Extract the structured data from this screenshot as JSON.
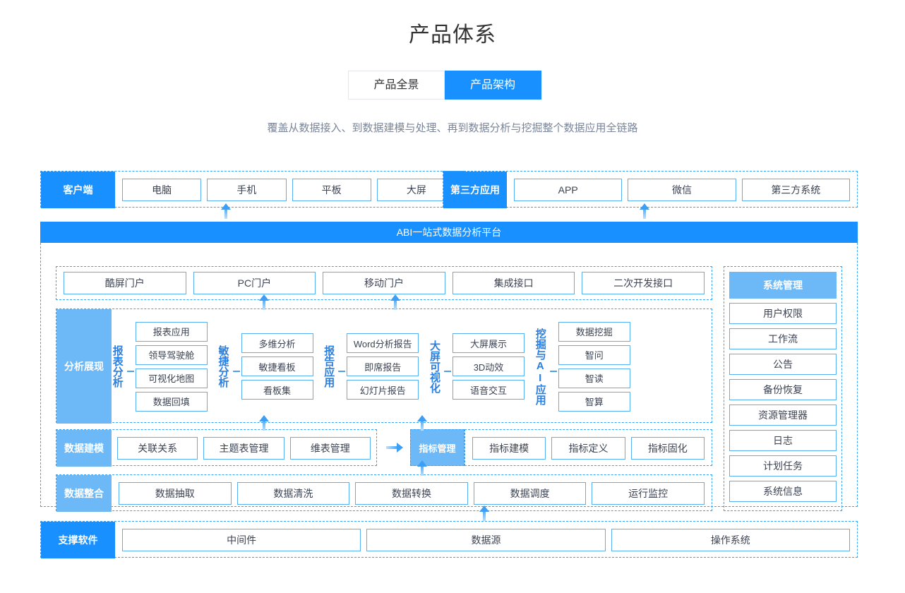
{
  "header": {
    "title": "产品体系",
    "tabs": [
      {
        "label": "产品全景",
        "active": false
      },
      {
        "label": "产品架构",
        "active": true
      }
    ],
    "subtitle": "覆盖从数据接入、到数据建模与处理、再到数据分析与挖掘整个数据应用全链路"
  },
  "colors": {
    "primary": "#1890ff",
    "light": "#6db8f7",
    "border": "#57b0f5",
    "dashed": "#36a3fa",
    "label_text": "#2b7fe0"
  },
  "client": {
    "label": "客户端",
    "items": [
      "电脑",
      "手机",
      "平板",
      "大屏"
    ]
  },
  "third_party": {
    "label": "第三方应用",
    "items": [
      "APP",
      "微信",
      "第三方系统"
    ]
  },
  "platform": {
    "banner": "ABI一站式数据分析平台",
    "portal": {
      "items": [
        "酷屏门户",
        "PC门户",
        "移动门户",
        "集成接口",
        "二次开发接口"
      ]
    },
    "analysis": {
      "label": "分析展现",
      "groups": [
        {
          "name": "报表分析",
          "items": [
            "报表应用",
            "领导驾驶舱",
            "可视化地图",
            "数据回填"
          ]
        },
        {
          "name": "敏捷分析",
          "items": [
            "多维分析",
            "敏捷看板",
            "看板集"
          ]
        },
        {
          "name": "报告应用",
          "items": [
            "Word分析报告",
            "即席报告",
            "幻灯片报告"
          ]
        },
        {
          "name": "大屏可视化",
          "items": [
            "大屏展示",
            "3D动效",
            "语音交互"
          ]
        },
        {
          "name": "挖掘与AI应用",
          "items": [
            "数据挖掘",
            "智问",
            "智读",
            "智算"
          ]
        }
      ]
    },
    "modeling": {
      "label": "数据建模",
      "items": [
        "关联关系",
        "主题表管理",
        "维表管理"
      ],
      "metric_label": "指标管理",
      "metric_items": [
        "指标建模",
        "指标定义",
        "指标固化"
      ]
    },
    "integration": {
      "label": "数据整合",
      "items": [
        "数据抽取",
        "数据清洗",
        "数据转换",
        "数据调度",
        "运行监控"
      ]
    },
    "sysadmin": {
      "label": "系统管理",
      "items": [
        "用户权限",
        "工作流",
        "公告",
        "备份恢复",
        "资源管理器",
        "日志",
        "计划任务",
        "系统信息"
      ]
    }
  },
  "support": {
    "label": "支撑软件",
    "items": [
      "中间件",
      "数据源",
      "操作系统"
    ]
  }
}
